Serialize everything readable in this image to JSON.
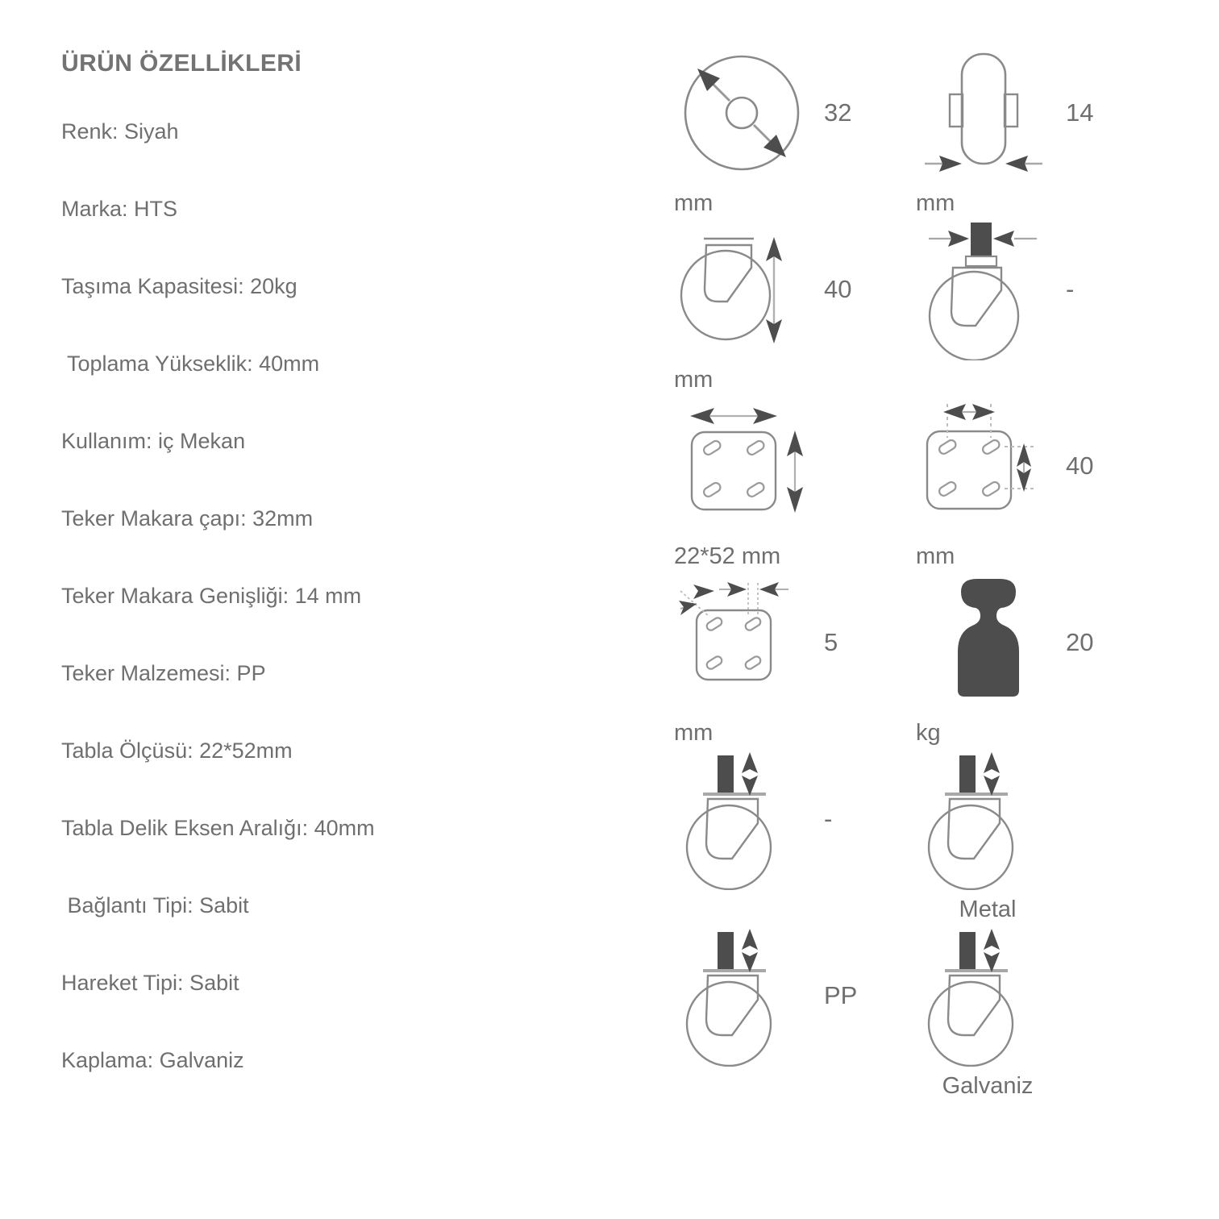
{
  "document": {
    "title": "ÜRÜN ÖZELLİKLERİ",
    "text_color": "#6f6f6f",
    "background_color": "#ffffff",
    "line_color": "#8a8a8a",
    "solid_icon_color": "#4d4d4d"
  },
  "specs": [
    {
      "label": "Renk: Siyah"
    },
    {
      "label": "Marka: HTS"
    },
    {
      "label": "Taşıma Kapasitesi: 20kg"
    },
    {
      "label": " Toplama Yükseklik: 40mm"
    },
    {
      "label": "Kullanım: iç Mekan"
    },
    {
      "label": "Teker Makara çapı: 32mm"
    },
    {
      "label": "Teker Makara Genişliği: 14 mm"
    },
    {
      "label": "Teker Malzemesi: PP"
    },
    {
      "label": "Tabla Ölçüsü: 22*52mm"
    },
    {
      "label": "Tabla Delik Eksen Aralığı: 40mm"
    },
    {
      "label": " Bağlantı Tipi: Sabit"
    },
    {
      "label": "Hareket Tipi: Sabit"
    },
    {
      "label": "Kaplama: Galvaniz"
    }
  ],
  "icons": [
    {
      "icon": "wheel-diameter-icon",
      "value": "32",
      "unit": "mm"
    },
    {
      "icon": "wheel-width-icon",
      "value": "14",
      "unit": "mm"
    },
    {
      "icon": "overall-height-icon",
      "value": "40",
      "unit": "mm"
    },
    {
      "icon": "stem-caster-icon",
      "value": "-",
      "unit": ""
    },
    {
      "icon": "plate-size-icon",
      "value": "",
      "unit": "22*52 mm"
    },
    {
      "icon": "hole-center-distance-icon",
      "value": "40",
      "unit": "mm"
    },
    {
      "icon": "hole-diameter-icon",
      "value": "5",
      "unit": "mm"
    },
    {
      "icon": "load-weight-icon",
      "value": "20",
      "unit": "kg"
    },
    {
      "icon": "caster-mount-icon",
      "value": "-",
      "unit": ""
    },
    {
      "icon": "caster-bracket-material-icon",
      "value": "",
      "unit": "Metal"
    },
    {
      "icon": "caster-wheel-material-icon",
      "value": "PP",
      "unit": ""
    },
    {
      "icon": "caster-coating-icon",
      "value": "",
      "unit": "Galvaniz"
    }
  ]
}
